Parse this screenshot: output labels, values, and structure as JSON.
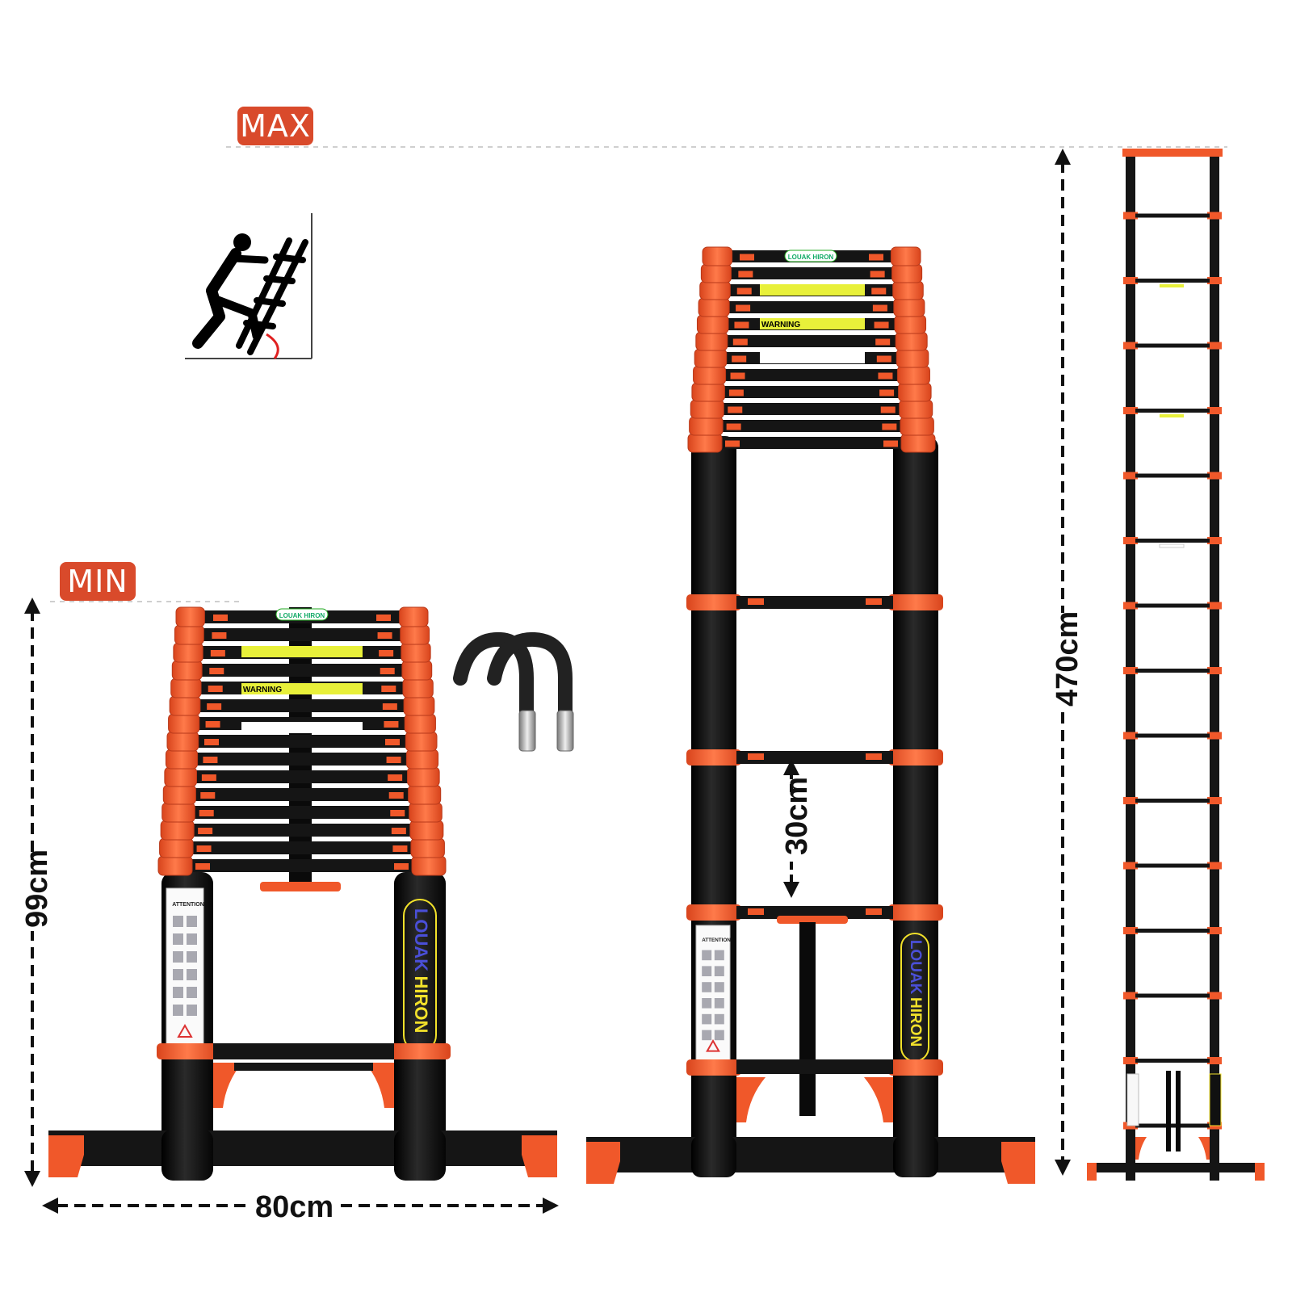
{
  "labels": {
    "max": "MAX",
    "min": "MIN",
    "width": "80cm",
    "height_min": "99cm",
    "height_max": "470cm",
    "rung_spacing": "30cm"
  },
  "ladder_text": {
    "brand_part1": "LOUAK",
    "brand_part2": "HIRON",
    "warning": "WARNING",
    "attention": "ATTENTION"
  },
  "colors": {
    "accent": "#f0582a",
    "tag_bg": "#d94a2b",
    "ladder_black": "#151515",
    "sticker_yellow": "#e8f03a",
    "brand_blue": "#4a4fd8",
    "brand_yellow": "#f2e12a"
  },
  "icons": [
    "climbing-person-icon",
    "ladder-hooks-icon"
  ]
}
